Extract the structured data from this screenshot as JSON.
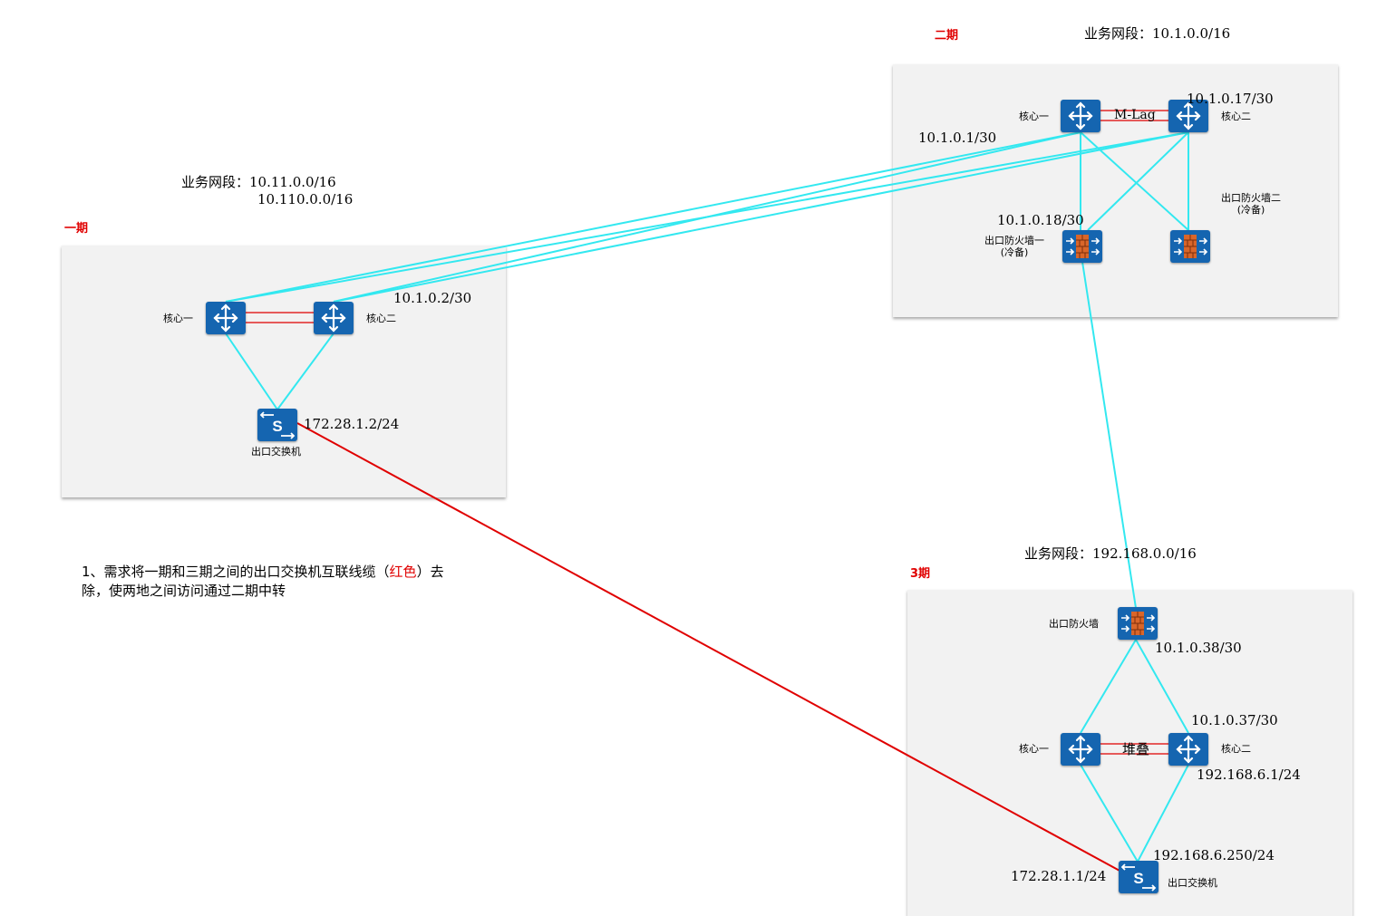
{
  "colors": {
    "link": "#33e8f0",
    "interconnect": "#e00000",
    "device": "#1565b0",
    "zone": "#f2f2f2",
    "phase_label": "#e00000"
  },
  "phase2": {
    "label": "二期",
    "segment": "业务网段：10.1.0.0/16",
    "core1_label": "核心一",
    "core2_label": "核心二",
    "mlag_label": "M-Lag",
    "ip_core2": "10.1.0.17/30",
    "ip_core1": "10.1.0.1/30",
    "ip_fw1": "10.1.0.18/30",
    "fw1_label_line1": "出口防火墙一",
    "fw1_label_line2": "(冷备)",
    "fw2_label_line1": "出口防火墙二",
    "fw2_label_line2": "(冷备)"
  },
  "phase1": {
    "label": "一期",
    "segment_line1": "业务网段：10.11.0.0/16",
    "segment_line2": "10.110.0.0/16",
    "core1_label": "核心一",
    "core2_label": "核心二",
    "ip_core2": "10.1.0.2/30",
    "switch_label": "出口交换机",
    "ip_switch": "172.28.1.2/24"
  },
  "phase3": {
    "label": "3期",
    "segment": "业务网段：192.168.0.0/16",
    "fw_label": "出口防火墙",
    "ip_fw": "10.1.0.38/30",
    "ip_core2_up": "10.1.0.37/30",
    "core1_label": "核心一",
    "core2_label": "核心二",
    "stack_label": "堆叠",
    "ip_core2_down": "192.168.6.1/24",
    "ip_switch_up": "192.168.6.250/24",
    "ip_switch_red": "172.28.1.1/24",
    "switch_label": "出口交换机"
  },
  "note": {
    "text_part1": "1、需求将一期和三期之间的出口交换机互联线缆（",
    "text_red": "红色",
    "text_part2": "）去除，使两地之间访问通过二期中转"
  },
  "icons": {
    "router": "router-icon",
    "firewall": "firewall-icon",
    "switch": "switch-icon"
  }
}
